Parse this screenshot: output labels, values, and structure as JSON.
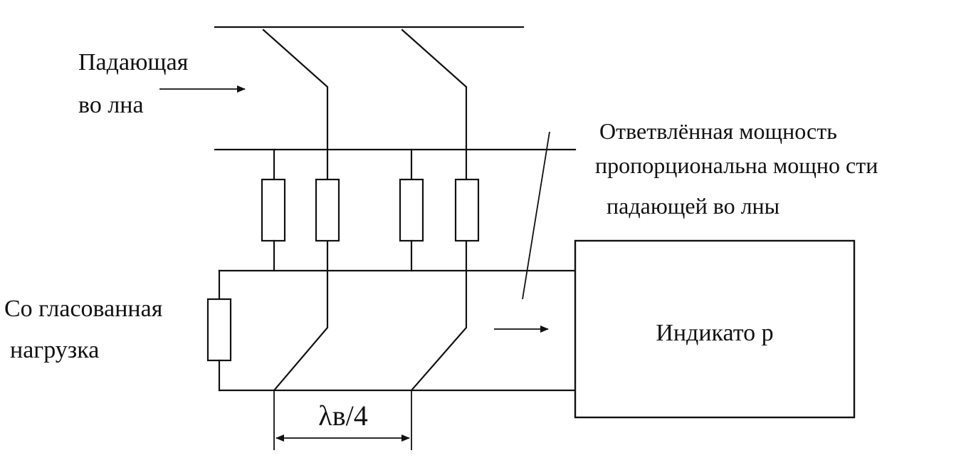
{
  "labels": {
    "incident_wave_line1": "Падающая",
    "incident_wave_line2": "во лна",
    "branched_power_line1": "Ответвлённая мощность",
    "branched_power_line2": "пропорциональна мощно сти",
    "branched_power_line3": "падающей во лны",
    "matched_load_line1": "Со гласованная",
    "matched_load_line2": "нагрузка",
    "indicator": "Индикато р",
    "quarter_wavelength": "λв/4"
  },
  "colors": {
    "ink": "#111111",
    "paper": "#ffffff"
  }
}
